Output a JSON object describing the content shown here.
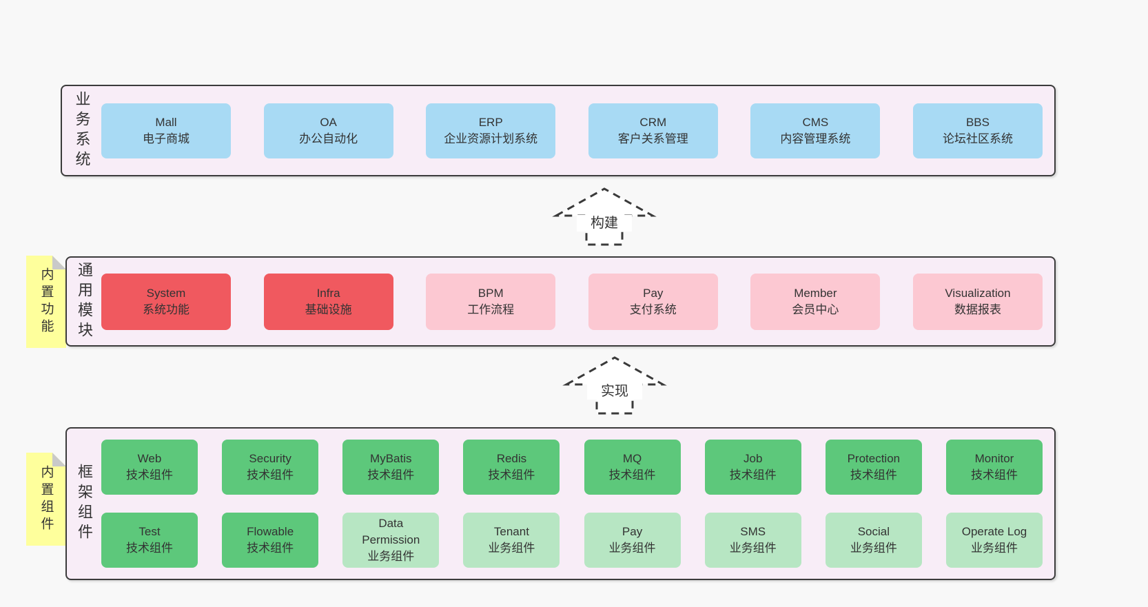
{
  "page": {
    "background": "#f8f8f8"
  },
  "diagram": {
    "layers": [
      {
        "label": "业务系统",
        "rows": [
          [
            {
              "title": "Mall",
              "subtitle": "电子商城"
            },
            {
              "title": "OA",
              "subtitle": "办公自动化"
            },
            {
              "title": "ERP",
              "subtitle": "企业资源计划系统"
            },
            {
              "title": "CRM",
              "subtitle": "客户关系管理"
            },
            {
              "title": "CMS",
              "subtitle": "内容管理系统"
            },
            {
              "title": "BBS",
              "subtitle": "论坛社区系统"
            }
          ]
        ]
      },
      {
        "tag": "内置功能",
        "label": "通用模块",
        "rows": [
          [
            {
              "title": "System",
              "subtitle": "系统功能"
            },
            {
              "title": "Infra",
              "subtitle": "基础设施"
            },
            {
              "title": "BPM",
              "subtitle": "工作流程"
            },
            {
              "title": "Pay",
              "subtitle": "支付系统"
            },
            {
              "title": "Member",
              "subtitle": "会员中心"
            },
            {
              "title": "Visualization",
              "subtitle": "数据报表"
            }
          ]
        ]
      },
      {
        "tag": "内置组件",
        "label": "框架组件",
        "rows": [
          [
            {
              "title": "Web",
              "subtitle": "技术组件"
            },
            {
              "title": "Security",
              "subtitle": "技术组件"
            },
            {
              "title": "MyBatis",
              "subtitle": "技术组件"
            },
            {
              "title": "Redis",
              "subtitle": "技术组件"
            },
            {
              "title": "MQ",
              "subtitle": "技术组件"
            },
            {
              "title": "Job",
              "subtitle": "技术组件"
            },
            {
              "title": "Protection",
              "subtitle": "技术组件"
            },
            {
              "title": "Monitor",
              "subtitle": "技术组件"
            }
          ],
          [
            {
              "title": "Test",
              "subtitle": "技术组件"
            },
            {
              "title": "Flowable",
              "subtitle": "技术组件"
            },
            {
              "title": "Data Permission",
              "subtitle": "业务组件"
            },
            {
              "title": "Tenant",
              "subtitle": "业务组件"
            },
            {
              "title": "Pay",
              "subtitle": "业务组件"
            },
            {
              "title": "SMS",
              "subtitle": "业务组件"
            },
            {
              "title": "Social",
              "subtitle": "业务组件"
            },
            {
              "title": "Operate Log",
              "subtitle": "业务组件"
            }
          ]
        ]
      }
    ],
    "arrows": [
      {
        "label": "构建"
      },
      {
        "label": "实现"
      }
    ],
    "colors": {
      "business_box": "#a8daf4",
      "module_core_box": "#f0595f",
      "module_box": "#fcc8d2",
      "tech_component_box": "#5dc87b",
      "biz_component_box": "#b7e6c3",
      "layer_background": "#f8edf7",
      "tag_background": "#feff9c"
    }
  }
}
